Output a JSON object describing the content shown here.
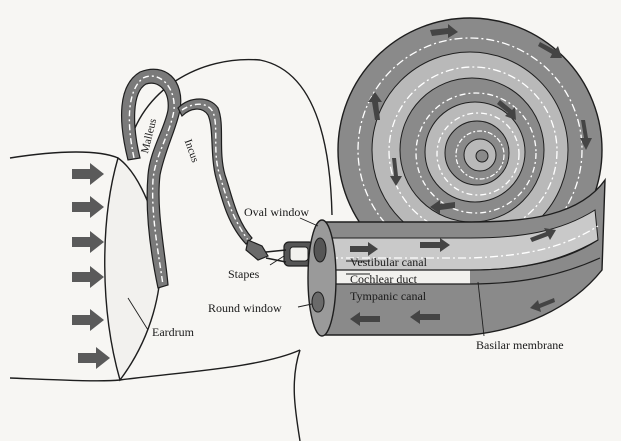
{
  "labels": {
    "malleus": "Malleus",
    "incus": "Incus",
    "oval_window": "Oval window",
    "stapes": "Stapes",
    "round_window": "Round window",
    "eardrum": "Eardrum",
    "vestibular_canal": "Vestibular canal",
    "cochlear_duct": "Cochlear  duct",
    "tympanic_canal": "Tympanic canal",
    "basilar_membrane": "Basilar membrane"
  },
  "colors": {
    "background": "#f7f6f3",
    "cochlea_fill": "#8a8a8a",
    "cochlea_inner": "#b9b9b9",
    "ink": "#1e1e1e",
    "arrow": "#444444"
  },
  "icons": {
    "incoming_sound": "arrow-right-icon",
    "fluid_flow": "flow-arrow-icon"
  }
}
